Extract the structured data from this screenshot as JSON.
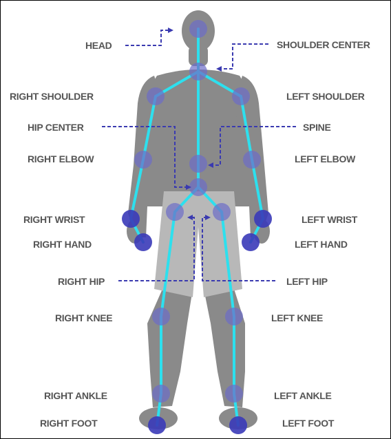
{
  "labels": {
    "head": "HEAD",
    "shoulder_center": "SHOULDER CENTER",
    "right_shoulder": "RIGHT SHOULDER",
    "left_shoulder": "LEFT SHOULDER",
    "hip_center": "HIP CENTER",
    "spine": "SPINE",
    "right_elbow": "RIGHT ELBOW",
    "left_elbow": "LEFT ELBOW",
    "right_wrist": "RIGHT WRIST",
    "left_wrist": "LEFT WRIST",
    "right_hand": "RIGHT HAND",
    "left_hand": "LEFT HAND",
    "right_hip": "RIGHT HIP",
    "left_hip": "LEFT HIP",
    "right_knee": "RIGHT KNEE",
    "left_knee": "LEFT KNEE",
    "right_ankle": "RIGHT ANKLE",
    "left_ankle": "LEFT ANKLE",
    "right_foot": "RIGHT FOOT",
    "left_foot": "LEFT FOOT"
  },
  "colors": {
    "silhouette": "#8a8a8a",
    "shorts": "#b8b8b8",
    "bone": "#2de0ee",
    "joint": "#6c6cc8",
    "joint_dark": "#3a3ab8",
    "leader": "#3a3ab0",
    "label": "#555555"
  }
}
